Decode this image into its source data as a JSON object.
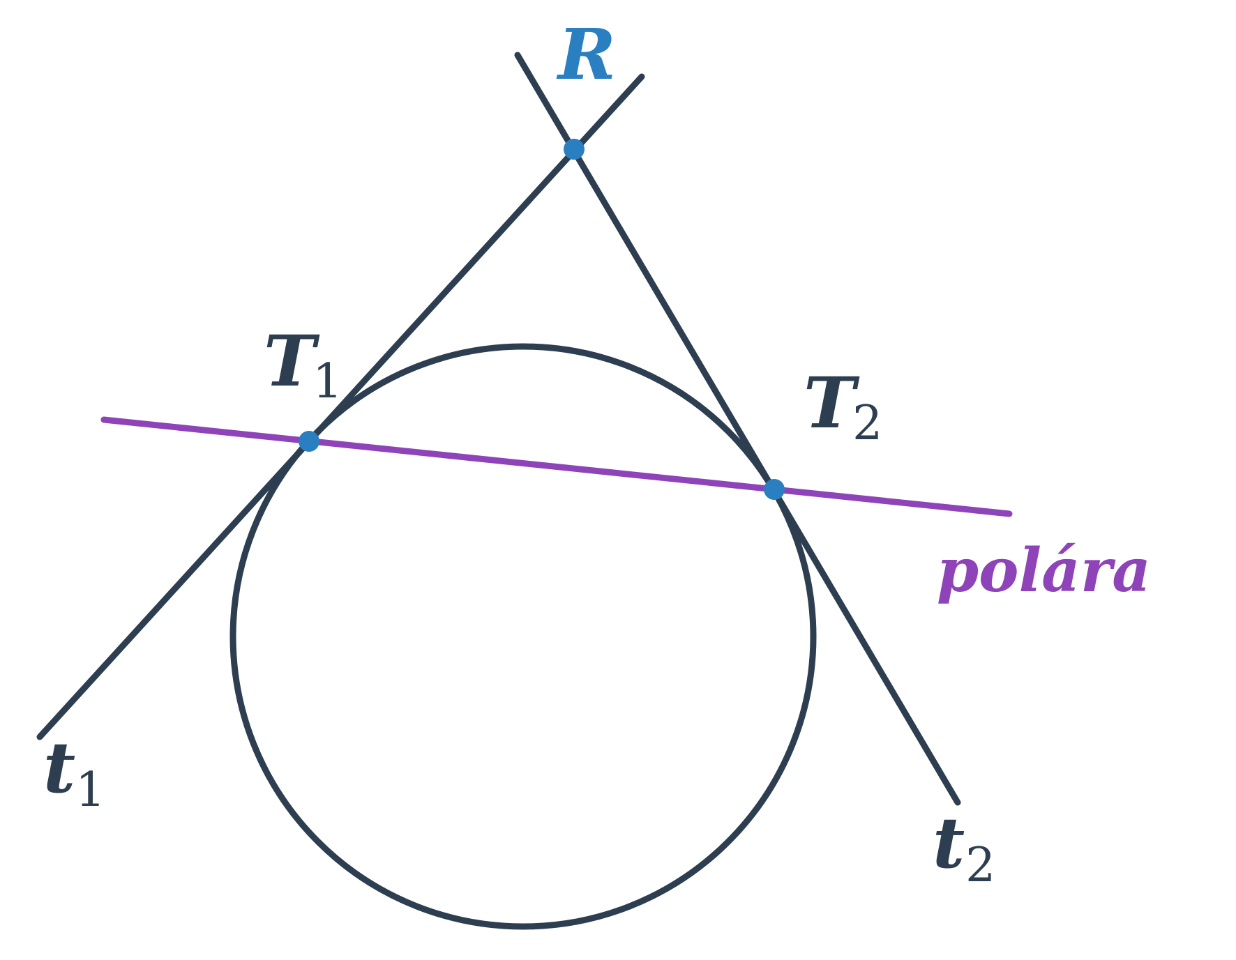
{
  "labels": {
    "R": "R",
    "T1": {
      "main": "T",
      "sub": "1"
    },
    "T2": {
      "main": "T",
      "sub": "2"
    },
    "t1": {
      "main": "t",
      "sub": "1"
    },
    "t2": {
      "main": "t",
      "sub": "2"
    },
    "polar": "polára"
  },
  "colors": {
    "line": "#2d3e50",
    "point": "#2a7fc0",
    "polar": "#8e44b8",
    "background": "#ffffff"
  }
}
